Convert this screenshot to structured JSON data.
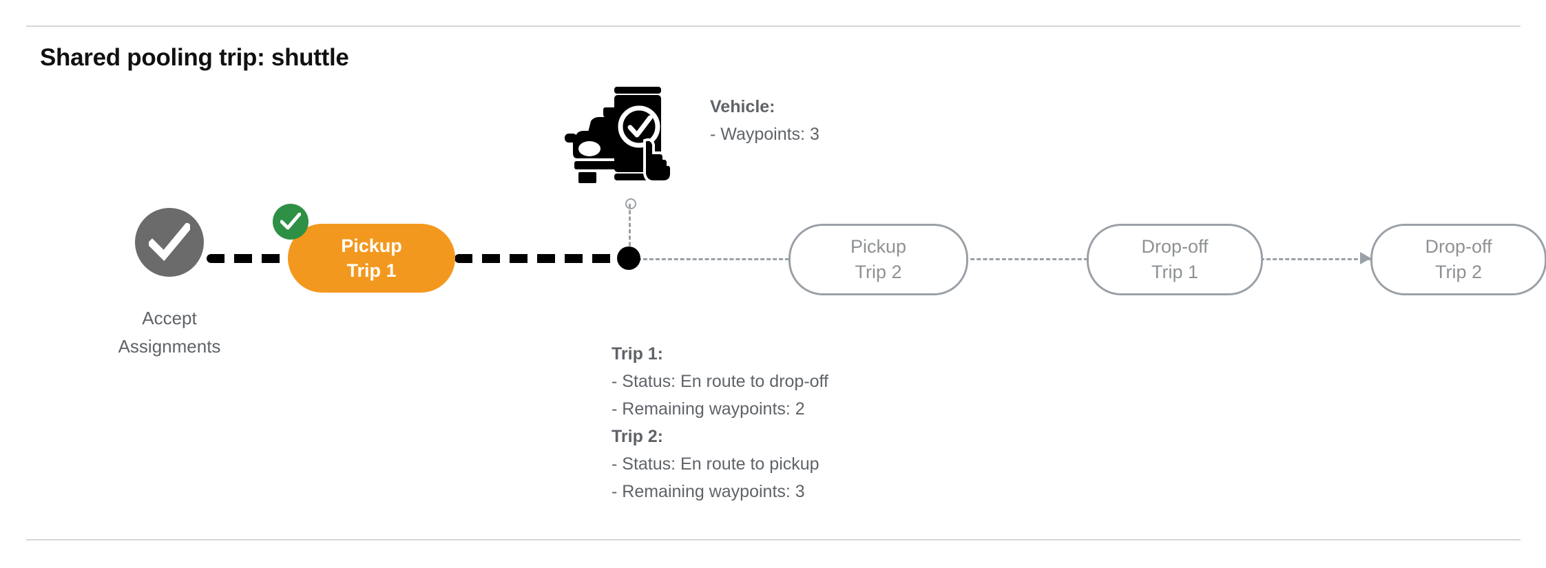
{
  "page": {
    "title": "Shared pooling trip: shuttle"
  },
  "vehicle": {
    "icon": "car-phone-check-icon",
    "header": "Vehicle:",
    "waypoints_line": "- Waypoints: 3",
    "waypoints": 3,
    "marker": "vehicle-position-dot"
  },
  "timeline": {
    "accept": {
      "label_line1": "Accept",
      "label_line2": "Assignments",
      "icon": "check-icon",
      "state": "completed",
      "color": "#6b6b6b"
    },
    "nodes": [
      {
        "name": "pickup-trip-1",
        "line1": "Pickup",
        "line2": "Trip 1",
        "state": "current",
        "color": "#f3981e",
        "badge": "check-badge-icon",
        "badge_color": "#2e9045"
      },
      {
        "name": "pickup-trip-2",
        "line1": "Pickup",
        "line2": "Trip 2",
        "state": "upcoming",
        "color": "#9aa0a6"
      },
      {
        "name": "dropoff-trip-1",
        "line1": "Drop-off",
        "line2": "Trip 1",
        "state": "upcoming",
        "color": "#9aa0a6"
      },
      {
        "name": "dropoff-trip-2",
        "line1": "Drop-off",
        "line2": "Trip 2",
        "state": "upcoming",
        "color": "#9aa0a6"
      }
    ]
  },
  "trips": [
    {
      "header": "Trip 1:",
      "status_line": "- Status:  En route to drop-off",
      "waypoints_line": "- Remaining waypoints: 2",
      "status": "En route to drop-off",
      "remaining_waypoints": 2
    },
    {
      "header": "Trip 2:",
      "status_line": "- Status:  En route to pickup",
      "waypoints_line": "- Remaining waypoints: 3",
      "status": "En route to pickup",
      "remaining_waypoints": 3
    }
  ]
}
